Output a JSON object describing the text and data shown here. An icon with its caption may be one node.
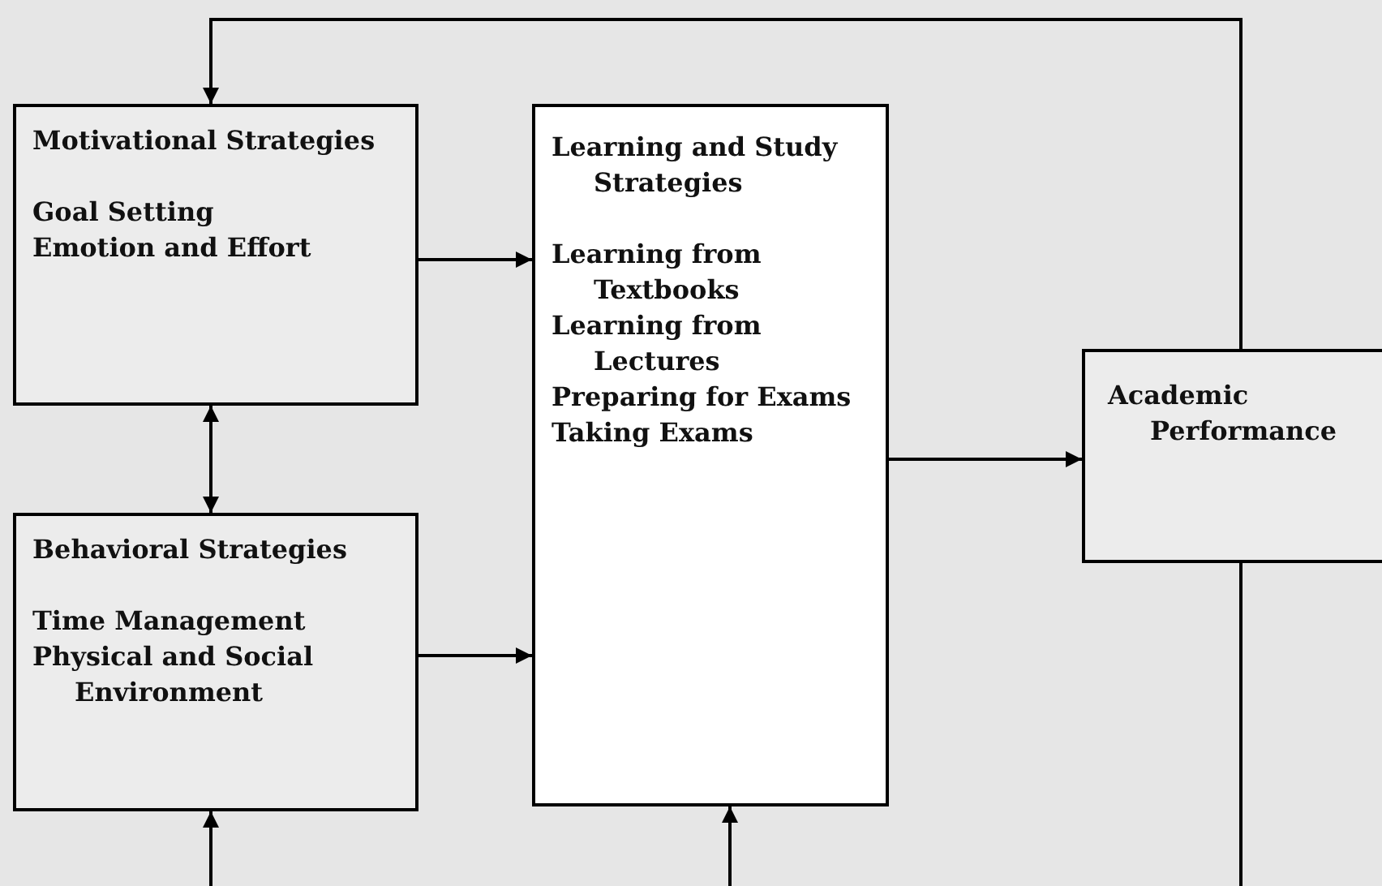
{
  "diagram": {
    "nodes": [
      {
        "text": [
          "Motivational Strategies",
          "Goal Setting",
          "Emotion and Effort"
        ]
      },
      {
        "text": [
          "Behavioral Strategies",
          "Time Management",
          "Physical and Social Environment"
        ]
      },
      {
        "text": [
          "Learning and Study Strategies",
          "Learning from Textbooks",
          "Learning from Lectures",
          "Preparing for Exams",
          "Taking Exams"
        ]
      },
      {
        "text": [
          "Academic Performance"
        ]
      }
    ],
    "edges": [
      {
        "from": 0,
        "to": 2,
        "arrow": "to"
      },
      {
        "from": 1,
        "to": 2,
        "arrow": "to"
      },
      {
        "from": 0,
        "to": 1,
        "arrow": "both"
      },
      {
        "from": 2,
        "to": 3,
        "arrow": "to"
      },
      {
        "from": 3,
        "to": 0,
        "arrow": "to"
      },
      {
        "from": 3,
        "to": 1,
        "arrow": "to"
      },
      {
        "from": 3,
        "to": 2,
        "arrow": "to"
      }
    ]
  }
}
